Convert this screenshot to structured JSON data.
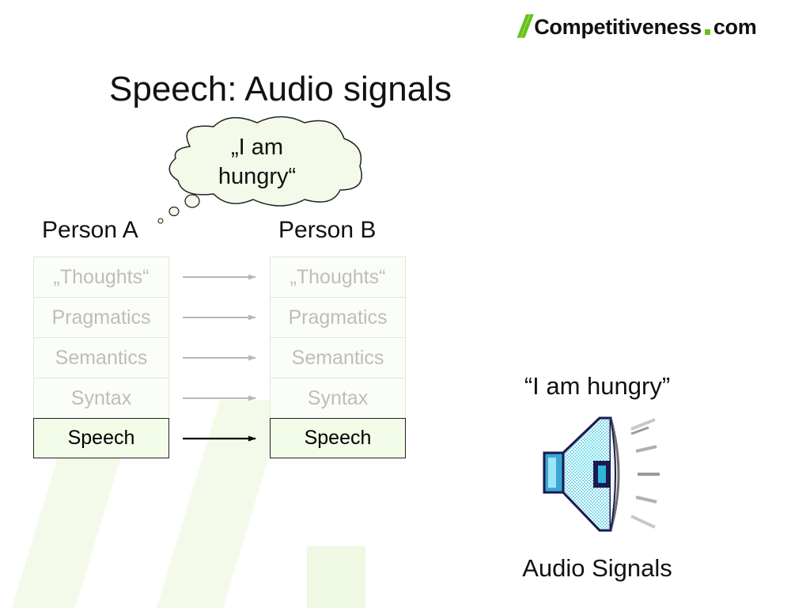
{
  "logo": {
    "mark": "//",
    "word": "Competitiveness",
    "suffix": "com"
  },
  "title": "Speech: Audio signals",
  "thought_bubble": {
    "line1": "„I am",
    "line2": "hungry“"
  },
  "person_a": {
    "label": "Person A",
    "layers": [
      "„Thoughts“",
      "Pragmatics",
      "Semantics",
      "Syntax",
      "Speech"
    ]
  },
  "person_b": {
    "label": "Person B",
    "layers": [
      "„Thoughts“",
      "Pragmatics",
      "Semantics",
      "Syntax",
      "Speech"
    ]
  },
  "active_layer": "Speech",
  "audio": {
    "quote": "“I am hungry”",
    "label": "Audio Signals",
    "icon": "speaker-icon"
  },
  "colors": {
    "accent": "#66c21a",
    "faded_text": "#bdbdbd",
    "active_fill": "#f3fbe9",
    "faded_arrow": "#b8b8b8",
    "active_arrow": "#000000"
  }
}
